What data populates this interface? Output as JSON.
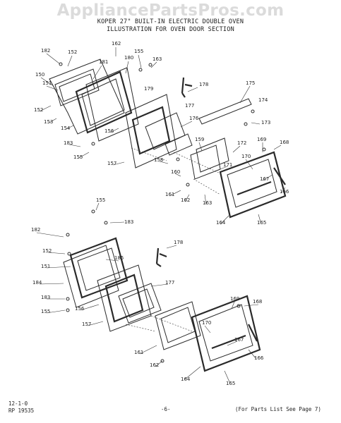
{
  "watermark": "AppliancePartsPros.com",
  "header": {
    "line1": "KOPER 27\" BUILT-IN ELECTRIC DOUBLE OVEN",
    "line2": "ILLUSTRATION FOR OVEN DOOR SECTION"
  },
  "labels": {
    "top": [
      "182",
      "152",
      "181",
      "180",
      "162",
      "155",
      "163",
      "150",
      "151",
      "178",
      "175",
      "152",
      "179",
      "177",
      "174",
      "153",
      "154",
      "156",
      "176",
      "173",
      "183",
      "155",
      "159",
      "172",
      "169",
      "168",
      "158",
      "170",
      "157",
      "160",
      "171",
      "167",
      "161",
      "162",
      "163",
      "166",
      "164",
      "165",
      "155",
      "183"
    ],
    "bottom": [
      "182",
      "152",
      "185",
      "178",
      "151",
      "184",
      "177",
      "183",
      "155",
      "156",
      "157",
      "169",
      "168",
      "170",
      "167",
      "161",
      "166",
      "162",
      "164",
      "165"
    ]
  },
  "footer": {
    "code1": "12-1-0",
    "code2": "RP 19535",
    "page": "-6-",
    "note": "(For Parts List See Page 7)"
  }
}
